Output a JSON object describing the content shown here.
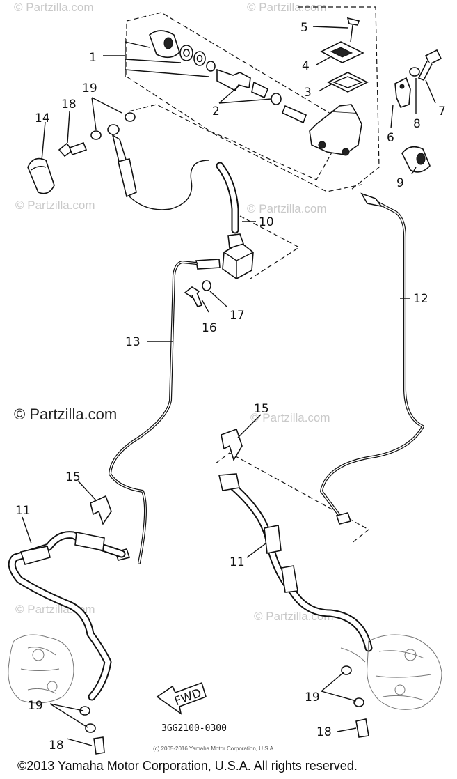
{
  "watermark": "© Partzilla.com",
  "callouts": {
    "c1": "1",
    "c2": "2",
    "c3": "3",
    "c4": "4",
    "c5": "5",
    "c6": "6",
    "c7": "7",
    "c8": "8",
    "c9": "9",
    "c10": "10",
    "c11a": "11",
    "c11b": "11",
    "c12": "12",
    "c13": "13",
    "c14": "14",
    "c15a": "15",
    "c15b": "15",
    "c16": "16",
    "c17": "17",
    "c18a": "18",
    "c18b": "18",
    "c18c": "18",
    "c19a": "19",
    "c19b": "19",
    "c19c": "19"
  },
  "fwd_label": "FWD",
  "diagram_code": "3GG2100-0300",
  "small_copyright": "(c) 2005-2016 Yamaha Motor Corporation, U.S.A.",
  "footer": "©2013 Yamaha Motor Corporation, U.S.A. All rights reserved."
}
